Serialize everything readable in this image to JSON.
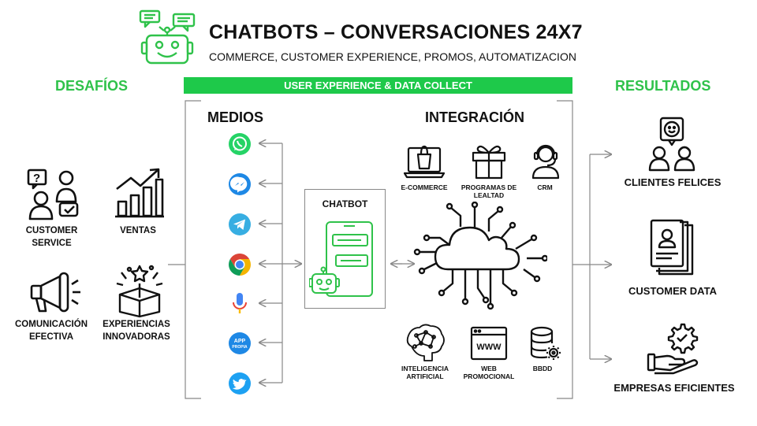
{
  "title": "CHATBOTS – CONVERSACIONES 24X7",
  "subtitle": "COMMERCE, CUSTOMER EXPERIENCE, PROMOS, AUTOMATIZACION",
  "band": "USER EXPERIENCE & DATA COLLECT",
  "colors": {
    "green": "#1ec94a",
    "text": "#111111"
  },
  "desafios": {
    "heading": "DESAFÍOS",
    "items": [
      {
        "label": "CUSTOMER SERVICE",
        "icon": "customer-service-icon"
      },
      {
        "label": "VENTAS",
        "icon": "sales-chart-icon"
      },
      {
        "label": "COMUNICACIÓN EFECTIVA",
        "icon": "megaphone-icon"
      },
      {
        "label": "EXPERIENCIAS INNOVADORAS",
        "icon": "gift-box-icon"
      }
    ]
  },
  "medios": {
    "heading": "MEDIOS",
    "channels": [
      {
        "icon": "whatsapp-icon",
        "color": "#25D366"
      },
      {
        "icon": "messenger-icon",
        "color": "#1e88e5"
      },
      {
        "icon": "telegram-icon",
        "color": "#37aee2"
      },
      {
        "icon": "chrome-icon",
        "color": "#db4437"
      },
      {
        "icon": "voice-mic-icon",
        "color": "#4285f4"
      },
      {
        "icon": "app-propia-icon",
        "color": "#1e88e5",
        "text": "APP PROPIA"
      },
      {
        "icon": "twitter-icon",
        "color": "#1da1f2"
      }
    ]
  },
  "chatbot": {
    "label": "CHATBOT"
  },
  "integracion": {
    "heading": "INTEGRACIÓN",
    "top": [
      {
        "label": "E-COMMERCE",
        "icon": "ecommerce-laptop-icon"
      },
      {
        "label": "PROGRAMAS DE LEALTAD",
        "icon": "loyalty-gift-icon"
      },
      {
        "label": "CRM",
        "icon": "crm-headset-icon"
      }
    ],
    "bottom": [
      {
        "label": "INTELIGENCIA ARTIFICIAL",
        "icon": "ai-brain-icon"
      },
      {
        "label": "WEB PROMOCIONAL",
        "icon": "web-browser-icon",
        "text": "WWW"
      },
      {
        "label": "BBDD",
        "icon": "database-icon"
      }
    ]
  },
  "resultados": {
    "heading": "RESULTADOS",
    "items": [
      {
        "label": "CLIENTES FELICES",
        "icon": "happy-clients-icon"
      },
      {
        "label": "CUSTOMER DATA",
        "icon": "customer-data-icon"
      },
      {
        "label": "EMPRESAS EFICIENTES",
        "icon": "efficient-company-icon"
      }
    ]
  }
}
